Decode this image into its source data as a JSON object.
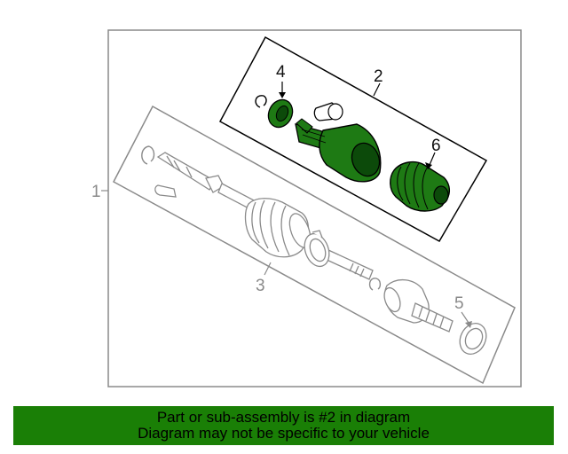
{
  "callouts": {
    "c1": "1",
    "c2": "2",
    "c3": "3",
    "c4": "4",
    "c5": "5",
    "c6": "6"
  },
  "highlighted_part": "2",
  "colors": {
    "highlight_part": "#1e7a14",
    "banner_background": "#1a7f06",
    "outline": "#8a8a8a",
    "frame": "#000000"
  },
  "banner": {
    "line1": "Part or sub-assembly is #2 in diagram",
    "line2": "Diagram may not be specific to your vehicle"
  }
}
